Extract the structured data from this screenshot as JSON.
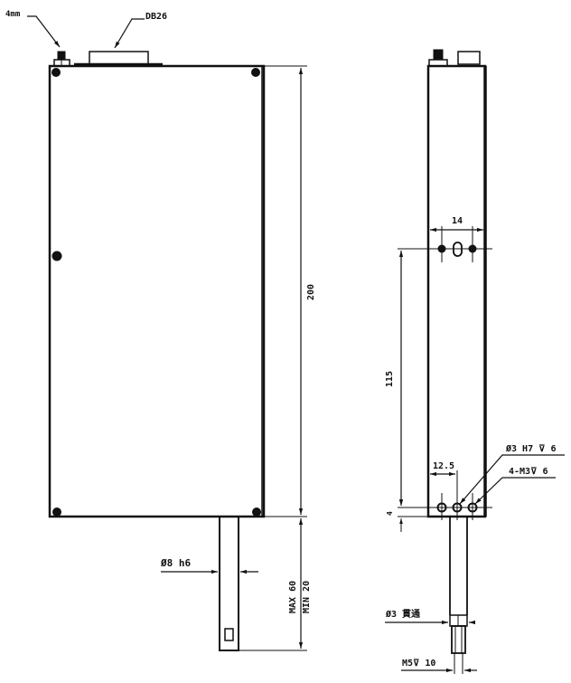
{
  "drawing": {
    "front_view": {
      "callouts": {
        "fitting": "4mm",
        "connector": "DB26"
      },
      "dimensions": {
        "height": "200",
        "shaft_diameter": "Ø8 h6",
        "stroke_max": "MAX 60",
        "stroke_min": "MIN 20"
      }
    },
    "side_view": {
      "dimensions": {
        "hole_spacing_top": "14",
        "vertical_spacing": "115",
        "hole_offset": "12.5",
        "edge_offset": "4",
        "pin_hole": "Ø3 H7",
        "pin_hole_depth": "6",
        "tapped_holes": "4-M3",
        "tapped_depth": "6",
        "shaft_cross_hole": "Ø3 貫通",
        "shaft_thread": "M5",
        "shaft_thread_depth": "10"
      }
    },
    "colors": {
      "line": "#111111",
      "background": "#ffffff"
    }
  }
}
